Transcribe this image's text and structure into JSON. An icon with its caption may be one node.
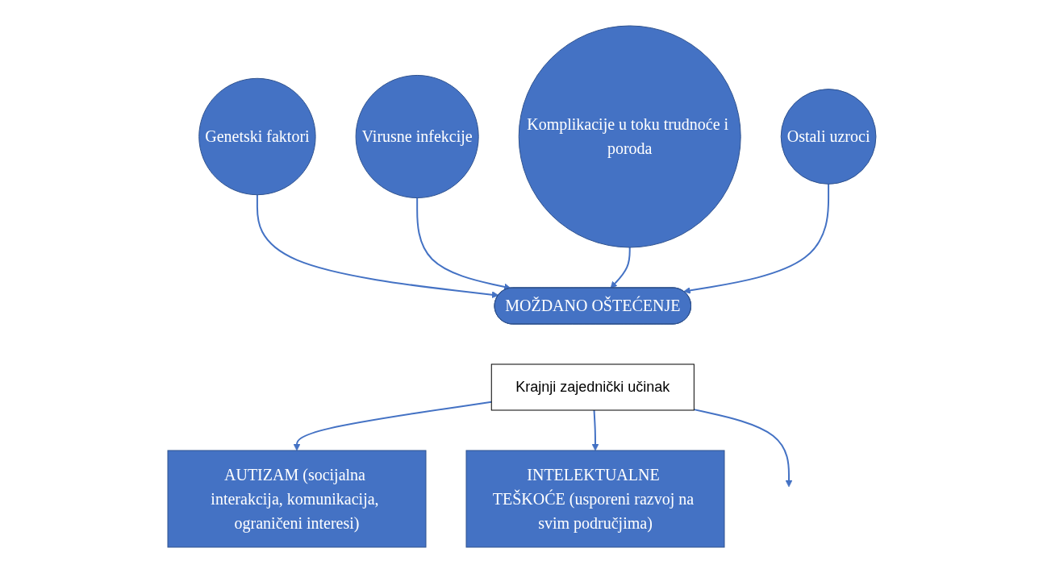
{
  "diagram": {
    "nodes": [
      {
        "text": [
          "Genetski faktori"
        ]
      },
      {
        "text": [
          "Virusne infekcije"
        ]
      },
      {
        "text": [
          "Komplikacije u toku trudnoće i poroda"
        ]
      },
      {
        "text": [
          "Ostali uzroci"
        ]
      },
      {
        "text": [
          "MOŽDANO OŠTEĆENJE"
        ]
      },
      {
        "text": [
          "Krajnji zajednički učinak"
        ]
      },
      {
        "text": [
          "AUTIZAM (socijalna interakcija, komunikacija, ograničeni interesi)"
        ]
      },
      {
        "text": [
          "INTELEKTUALNE TEŠKOĆE (usporeni razvoj na svim područjima)"
        ]
      }
    ],
    "edges": [
      {
        "from": 0,
        "to": 4,
        "arrow": "to"
      },
      {
        "from": 1,
        "to": 4,
        "arrow": "to"
      },
      {
        "from": 2,
        "to": 4,
        "arrow": "to"
      },
      {
        "from": 3,
        "to": 4,
        "arrow": "to"
      },
      {
        "from": 5,
        "to": 6,
        "arrow": "to"
      },
      {
        "from": 5,
        "to": 7,
        "arrow": "to"
      },
      {
        "from": 5,
        "to": null,
        "arrow": "to"
      }
    ]
  }
}
